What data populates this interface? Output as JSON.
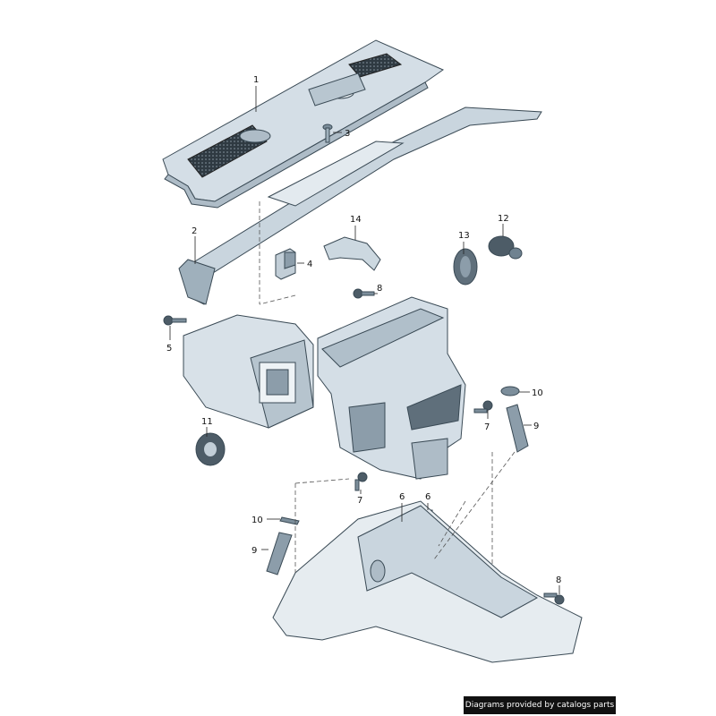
{
  "callouts": [
    "1",
    "2",
    "3",
    "4",
    "5",
    "6",
    "7",
    "8",
    "9",
    "10",
    "11",
    "12",
    "13",
    "14"
  ],
  "credit": "Diagrams provided by catalogs parts",
  "colors": {
    "part_fill": "#d4dee6",
    "part_shade": "#aebcc7",
    "part_dark": "#6f8290",
    "outline": "#3a4a55",
    "grille": "#2f3a42"
  }
}
